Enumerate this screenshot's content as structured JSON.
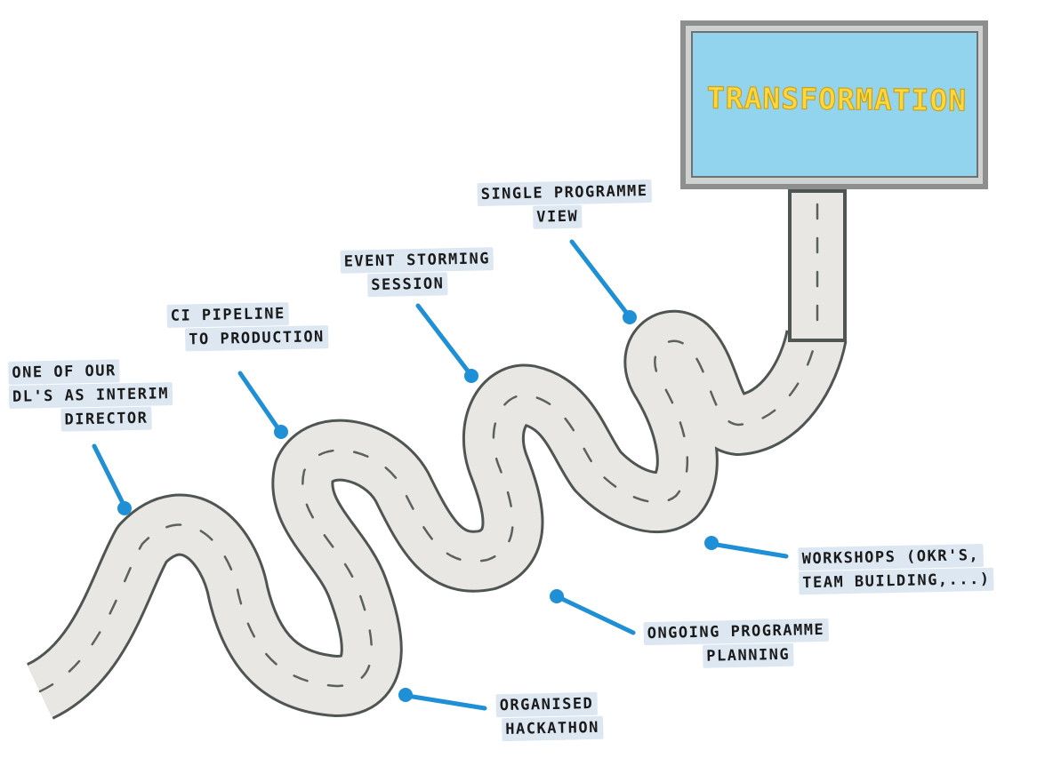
{
  "sign": {
    "title": "Transformation"
  },
  "milestones": [
    {
      "id": "interim-director",
      "lines": [
        "One of our",
        "DL's as interim",
        "director"
      ]
    },
    {
      "id": "ci-pipeline",
      "lines": [
        "Ci pipeline",
        "to production"
      ]
    },
    {
      "id": "event-storming",
      "lines": [
        "Event storming",
        "session"
      ]
    },
    {
      "id": "single-programme-view",
      "lines": [
        "Single Programme",
        "view"
      ]
    },
    {
      "id": "workshops",
      "lines": [
        "Workshops (OKR's,",
        "team building,...)"
      ]
    },
    {
      "id": "ongoing-planning",
      "lines": [
        "Ongoing programme",
        "planning"
      ]
    },
    {
      "id": "hackathon",
      "lines": [
        "Organised",
        "hackathon"
      ]
    }
  ],
  "colors": {
    "road_fill": "#e8e7e4",
    "road_edge": "#4f5552",
    "pointer": "#1f8fd6",
    "sign_panel": "#92d3ee",
    "sign_frame": "#8d8f8e",
    "sign_text": "#ffd83d",
    "label_highlight": "#dde7f1"
  }
}
